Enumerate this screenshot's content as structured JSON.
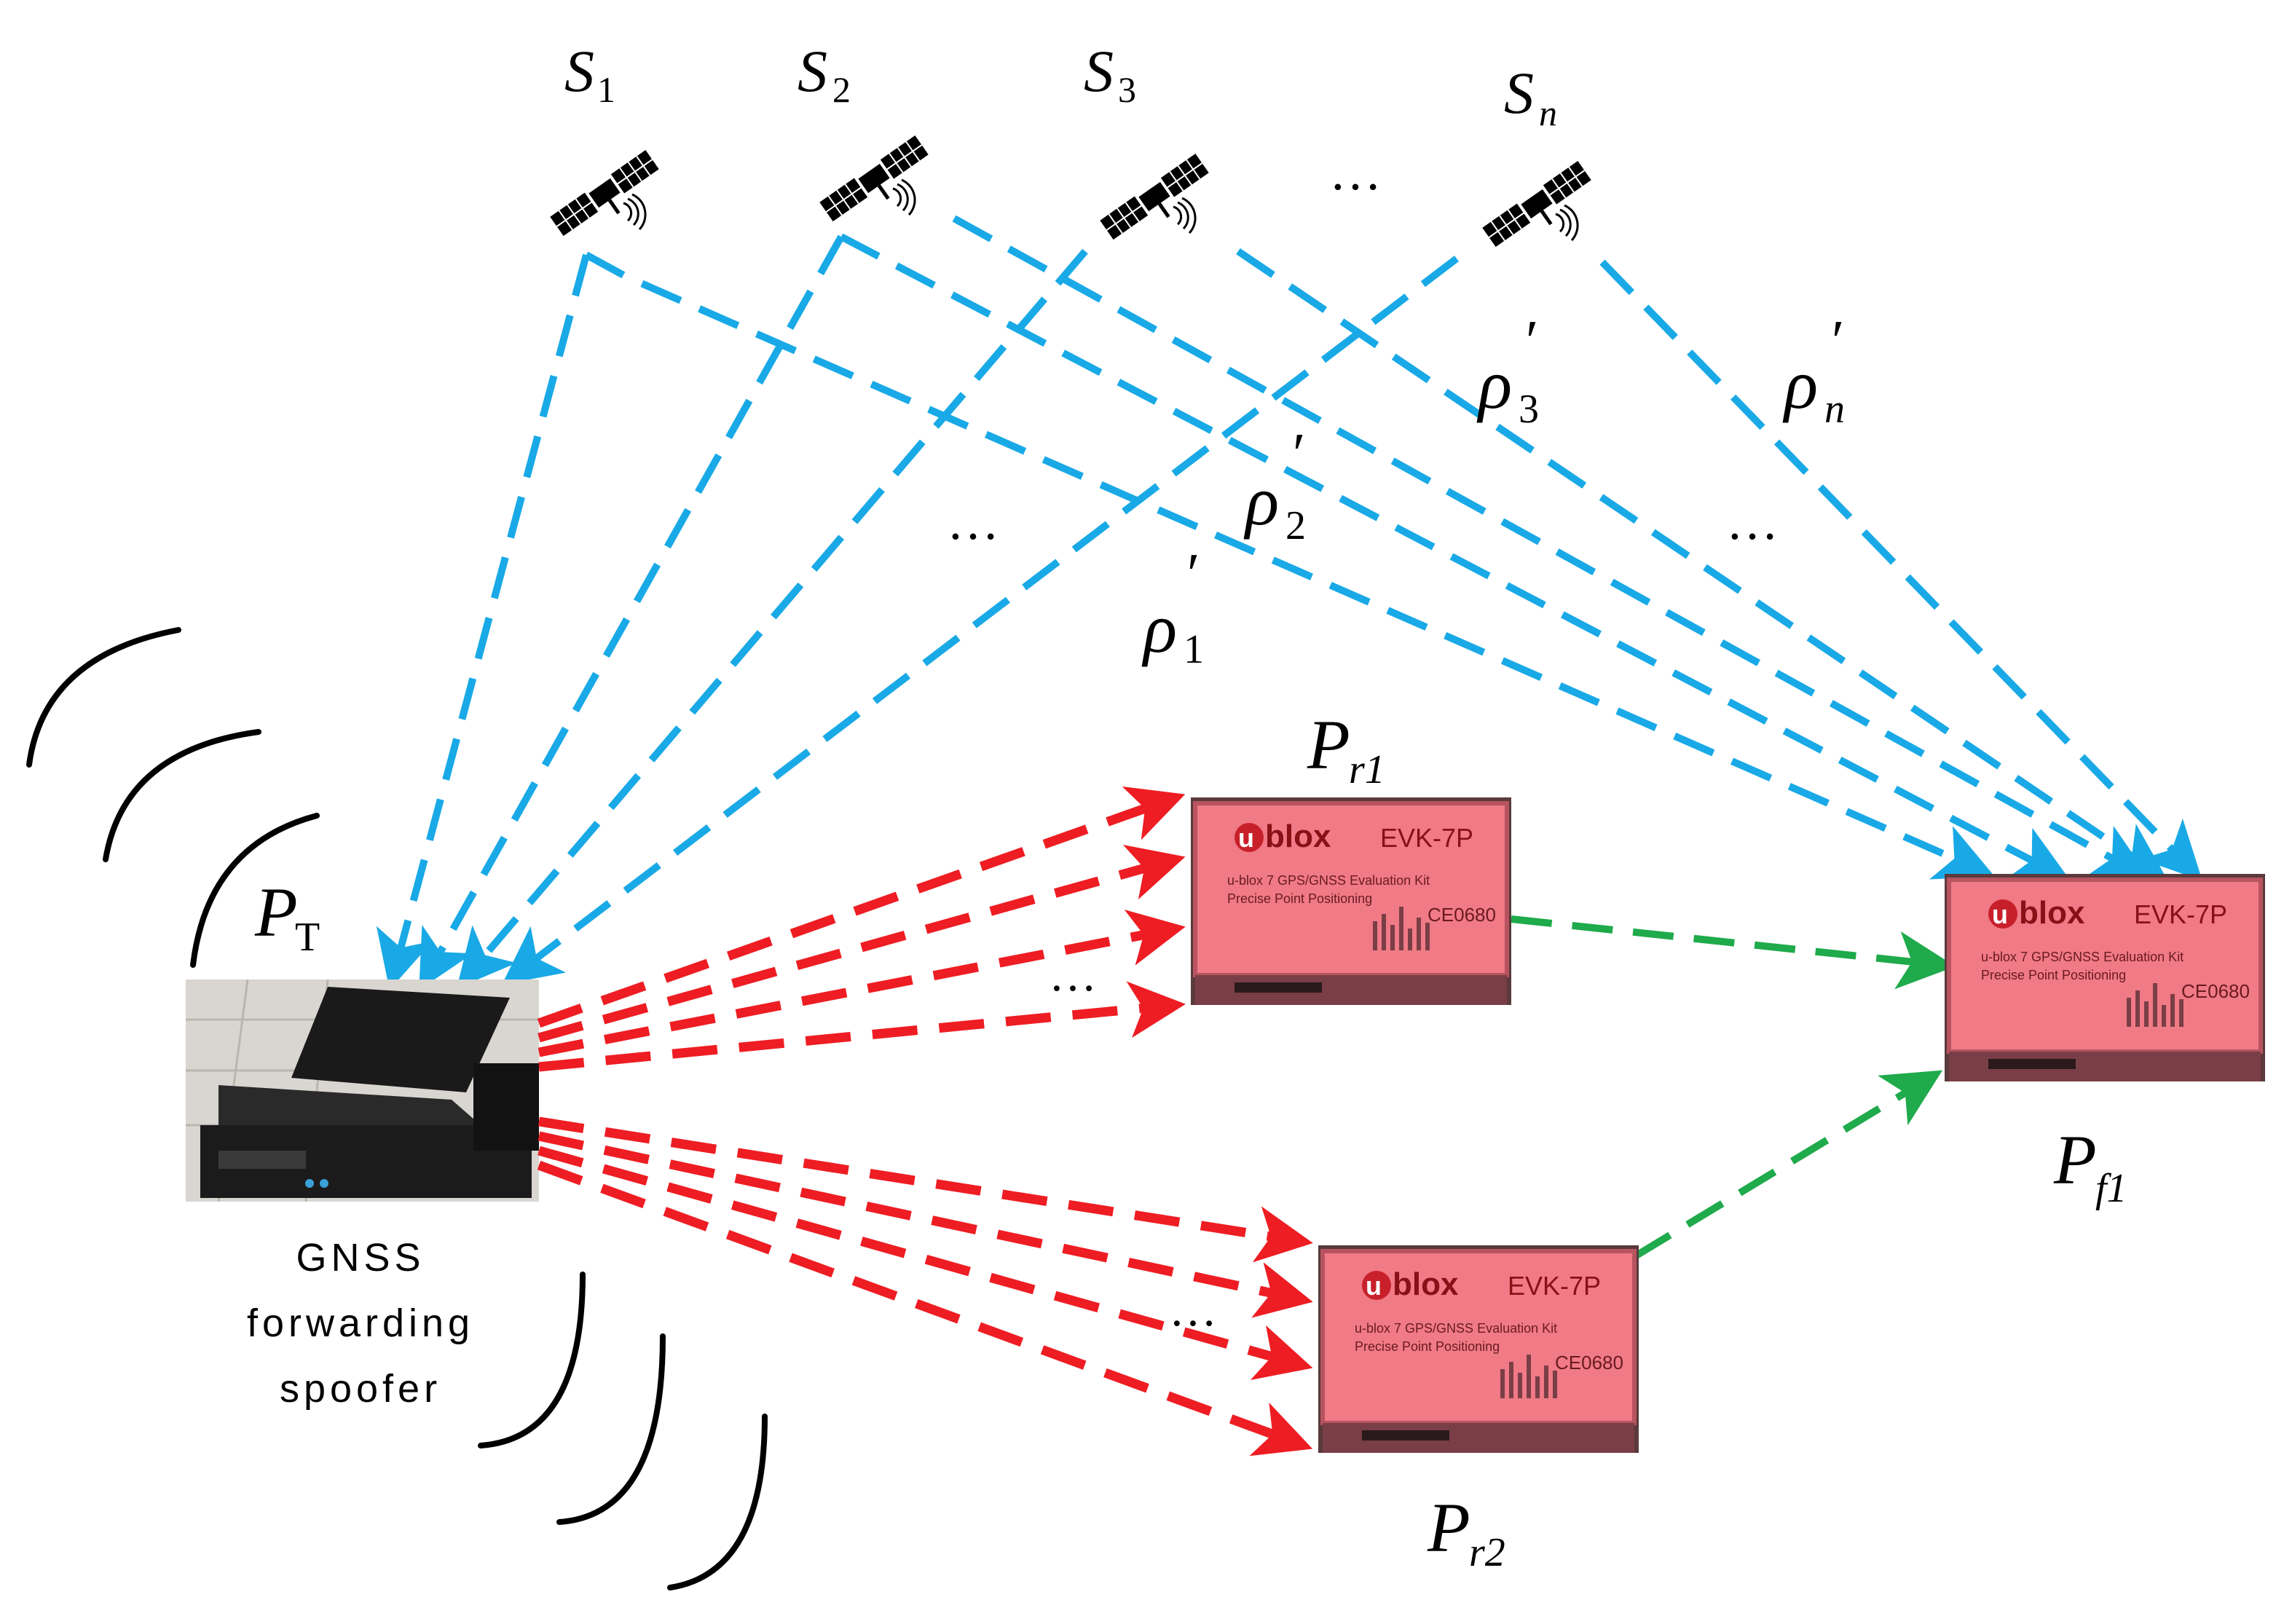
{
  "satellites": [
    {
      "symbol": "S",
      "sub": "1"
    },
    {
      "symbol": "S",
      "sub": "2"
    },
    {
      "symbol": "S",
      "sub": "3"
    },
    {
      "symbol": "S",
      "sub": "n"
    }
  ],
  "ellipsis": "…",
  "pseudoranges": [
    {
      "symbol": "ρ",
      "sub": "1",
      "prime": "′"
    },
    {
      "symbol": "ρ",
      "sub": "2",
      "prime": "′"
    },
    {
      "symbol": "ρ",
      "sub": "3",
      "prime": "′"
    },
    {
      "symbol": "ρ",
      "sub": "n",
      "prime": "′"
    }
  ],
  "spoofer": {
    "symbol": "P",
    "sub": "T",
    "caption_lines": [
      "GNSS",
      "forwarding",
      "spoofer"
    ]
  },
  "receivers": [
    {
      "symbol": "P",
      "sub": "r1"
    },
    {
      "symbol": "P",
      "sub": "r2"
    },
    {
      "symbol": "P",
      "sub": "f1"
    }
  ],
  "device": {
    "brand": "blox",
    "brand_u": "u",
    "model": "EVK-7P",
    "line1": "u-blox 7 GPS/GNSS Evaluation Kit",
    "line2": "Precise Point Positioning",
    "cert": "CE0680"
  },
  "colors": {
    "satellite_signal": "#19a9e6",
    "spoofed_signal": "#ee1d23",
    "link": "#1faa4b",
    "device_body": "#f07a86"
  }
}
